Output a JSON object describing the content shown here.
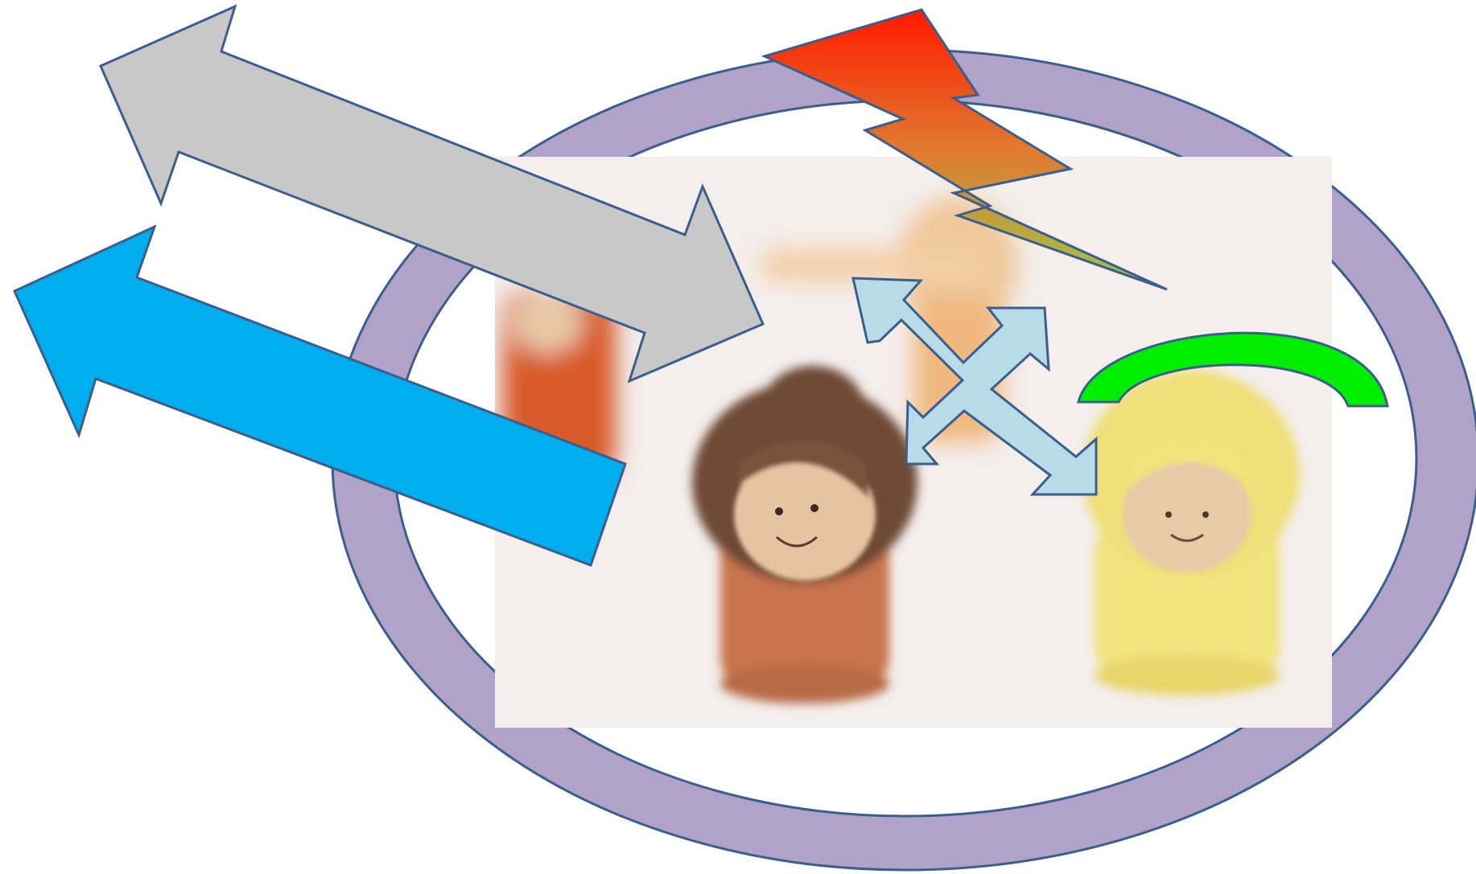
{
  "colors": {
    "ring": "#b0a2c8",
    "outline": "#3b5e8c",
    "double_arrow": "#c8c8c8",
    "left_arrow": "#00aeef",
    "four_way_arrow": "#b8dbe8",
    "arc": "#00ee00",
    "bolt_top": "#ff1a00",
    "bolt_bottom": "#9cc84a",
    "photo_bg": "#f4eeec",
    "figure_brown_hair": "#6e4a35",
    "figure_brown_body": "#c8754e",
    "figure_blonde_hair": "#efe07a",
    "figure_blonde_body": "#f2e47e",
    "figure_red_body": "#d85a2a",
    "figure_peach": "#f0c79a",
    "skin": "#e6c4a2"
  },
  "shapes": {
    "ring": "ellipse-ring",
    "photo": "blurred-photo-of-three-yarn-doll-figures",
    "double_arrow": "gray-left-right-arrow",
    "left_arrow": "blue-left-arrow",
    "four_way_arrow": "light-blue-four-way-arrow",
    "arc": "green-block-arc",
    "bolt": "lightning-bolt"
  }
}
